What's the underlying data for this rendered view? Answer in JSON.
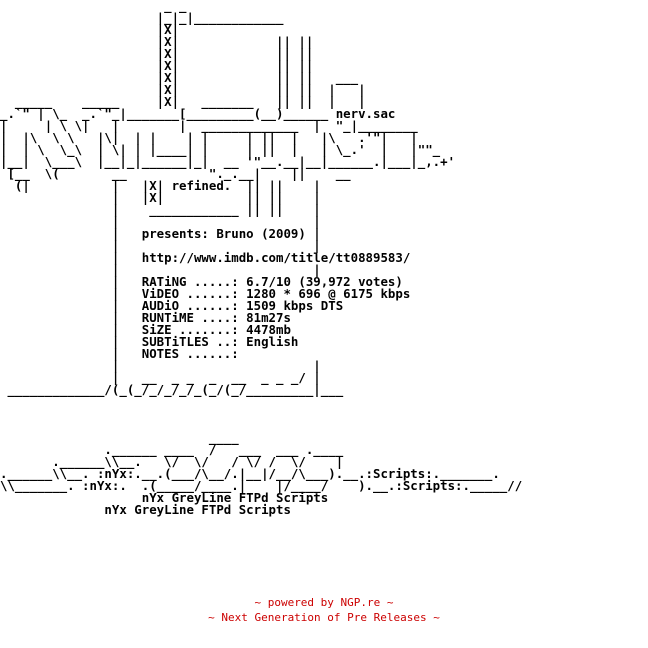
{
  "nfo": {
    "art_text": "                      _ _\n                     |_|_|____________\n                     |X|\n                     |X|             || ||\n                     |X|             || ||\n                     |X|             || ||\n                     |X|             || ||   ___\n                     |X|             || ||  |   |\n  _____    _____     |X|   _______   || ||  |   |\n_.`\" | \\_  _.`\"_|_______[_________(__)______ nerv.sac\n|     | \\ \\|   |        |  _____________  |  \"_|________\n|  |\\  \\ \\   |\\|  | |    | |     | ||  |   |\\   .'\"|   |\n|  | \\  \\_\\  | \\| | |____| |     | ||  |   | \\_.'  |   |\"\"_\n|__|  \\___\\  |__|_|______|_|  __ '\"__.__|__|______.|___|_,.+'\n [__  \\(       __           \"._.__|    ||    __\n  (|           |   |X| refined.  || ||    |\n               |   |X|           || ||    |\n               |    ____________ || ||    |\n               |                          |\n               |   presents: Bruno (2009) |\n               |                          |\n               |   http://www.imdb.com/title/tt0889583/\n               |                          |\n               |   RATiNG .....: 6.7/10 (39,972 votes)\n               |   ViDEO ......: 1280 * 696 @ 6175 kbps\n               |   AUDiO ......: 1509 kbps DTS\n               |   RUNTiME ....: 81m27s\n               |   SiZE .......: 4478mb\n               |   SUBTiTLES ..: English\n               |   NOTES ......:\n               |                          |\n               |   __  _ _  _  __  _ _ _/ |\n _____________/(_(_/_/_/_/_(_/(_/_________|___\n\n\n\n                            ____\n              .______ ____  /   ___  ___ .____\n       .______\\\\__.   \\/  \\/   / \\/ /  \\/    |\n.______\\\\__. :nYx:.__.(___/\\__/.|__|/__/\\___).__.:Scripts:._______.\n\\\\_______. :nYx:.  .(_____/____.|    |/____/    ).__.:Scripts:._____//\n                   nYx GreyLine FTPd Scripts\n              nYx GreyLine FTPd Scripts",
    "footer": {
      "powered_by": "~ powered by NGP.re ~",
      "tagline": "~ Next Generation of Pre Releases ~",
      "accent_color": "#cc0000"
    }
  }
}
